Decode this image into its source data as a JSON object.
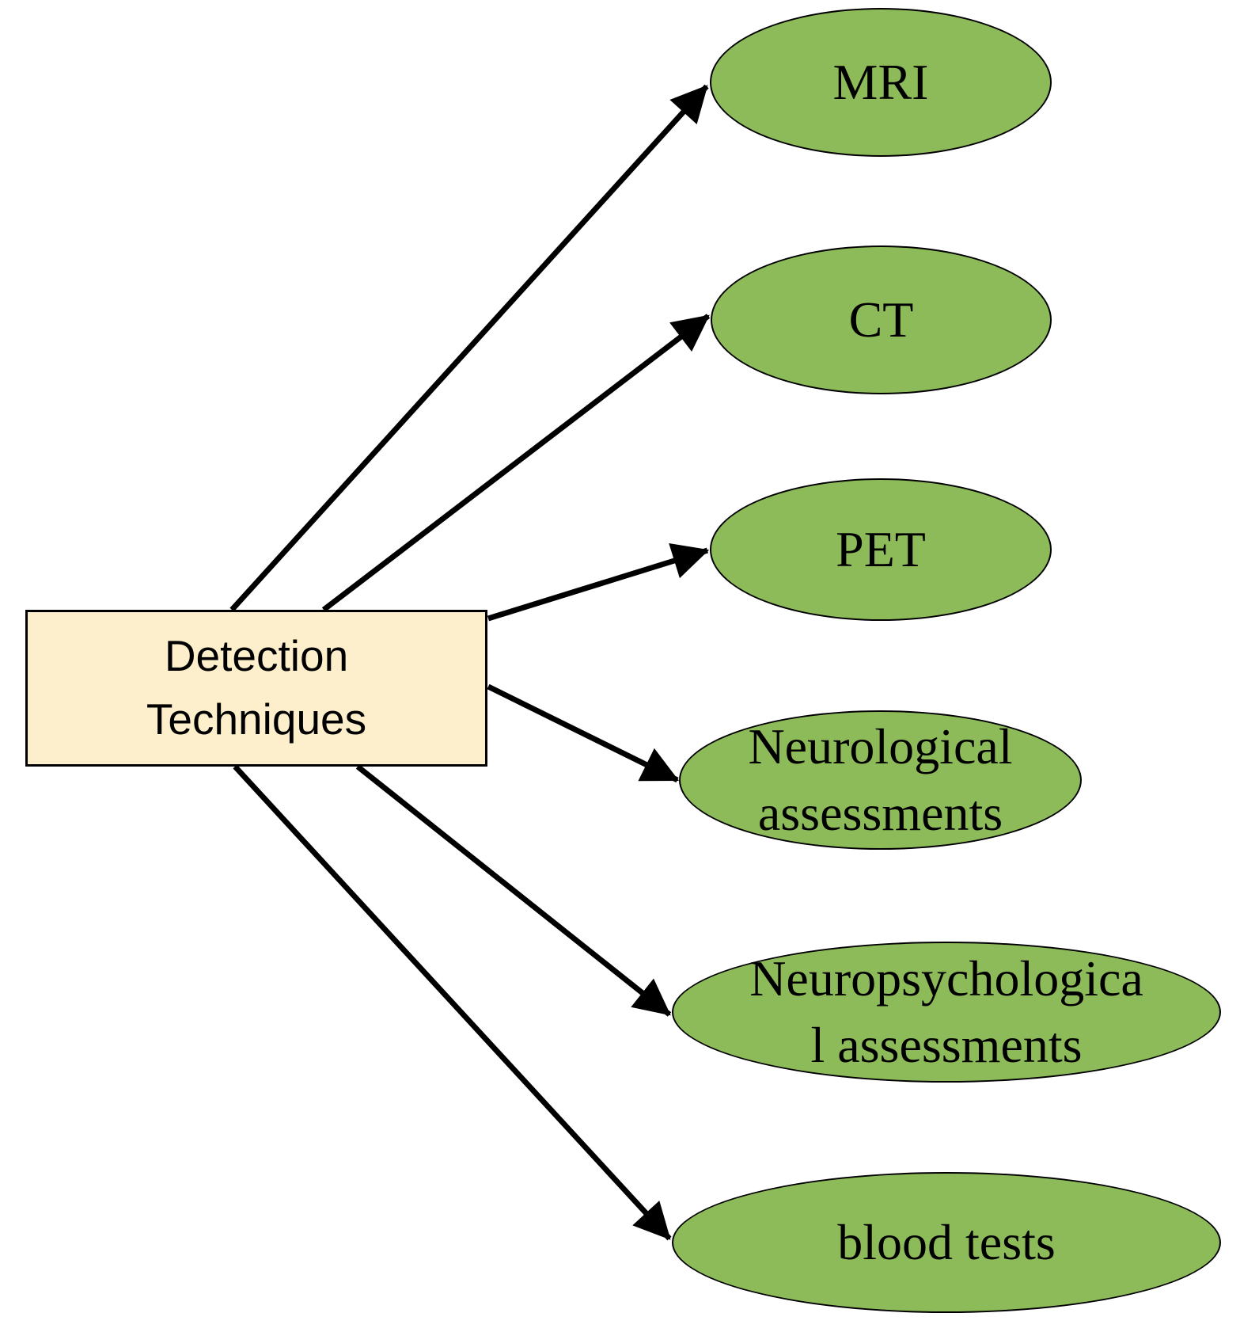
{
  "diagram": {
    "root": {
      "label_lines": [
        "Detection",
        "Techniques"
      ]
    },
    "nodes": [
      {
        "id": "mri",
        "lines": [
          "MRI"
        ]
      },
      {
        "id": "ct",
        "lines": [
          "CT"
        ]
      },
      {
        "id": "pet",
        "lines": [
          "PET"
        ]
      },
      {
        "id": "neurological",
        "lines": [
          "Neurological",
          "assessments"
        ]
      },
      {
        "id": "neuropsychological",
        "lines": [
          "Neuropsychologica",
          "l assessments"
        ]
      },
      {
        "id": "blood-tests",
        "lines": [
          "blood tests"
        ]
      }
    ],
    "colors": {
      "node_fill": "#8EBB5A",
      "node_border": "#000000",
      "root_fill": "#FDEFCB",
      "root_border": "#000000",
      "arrow": "#000000",
      "text": "#000000",
      "background": "#FFFFFF"
    }
  }
}
